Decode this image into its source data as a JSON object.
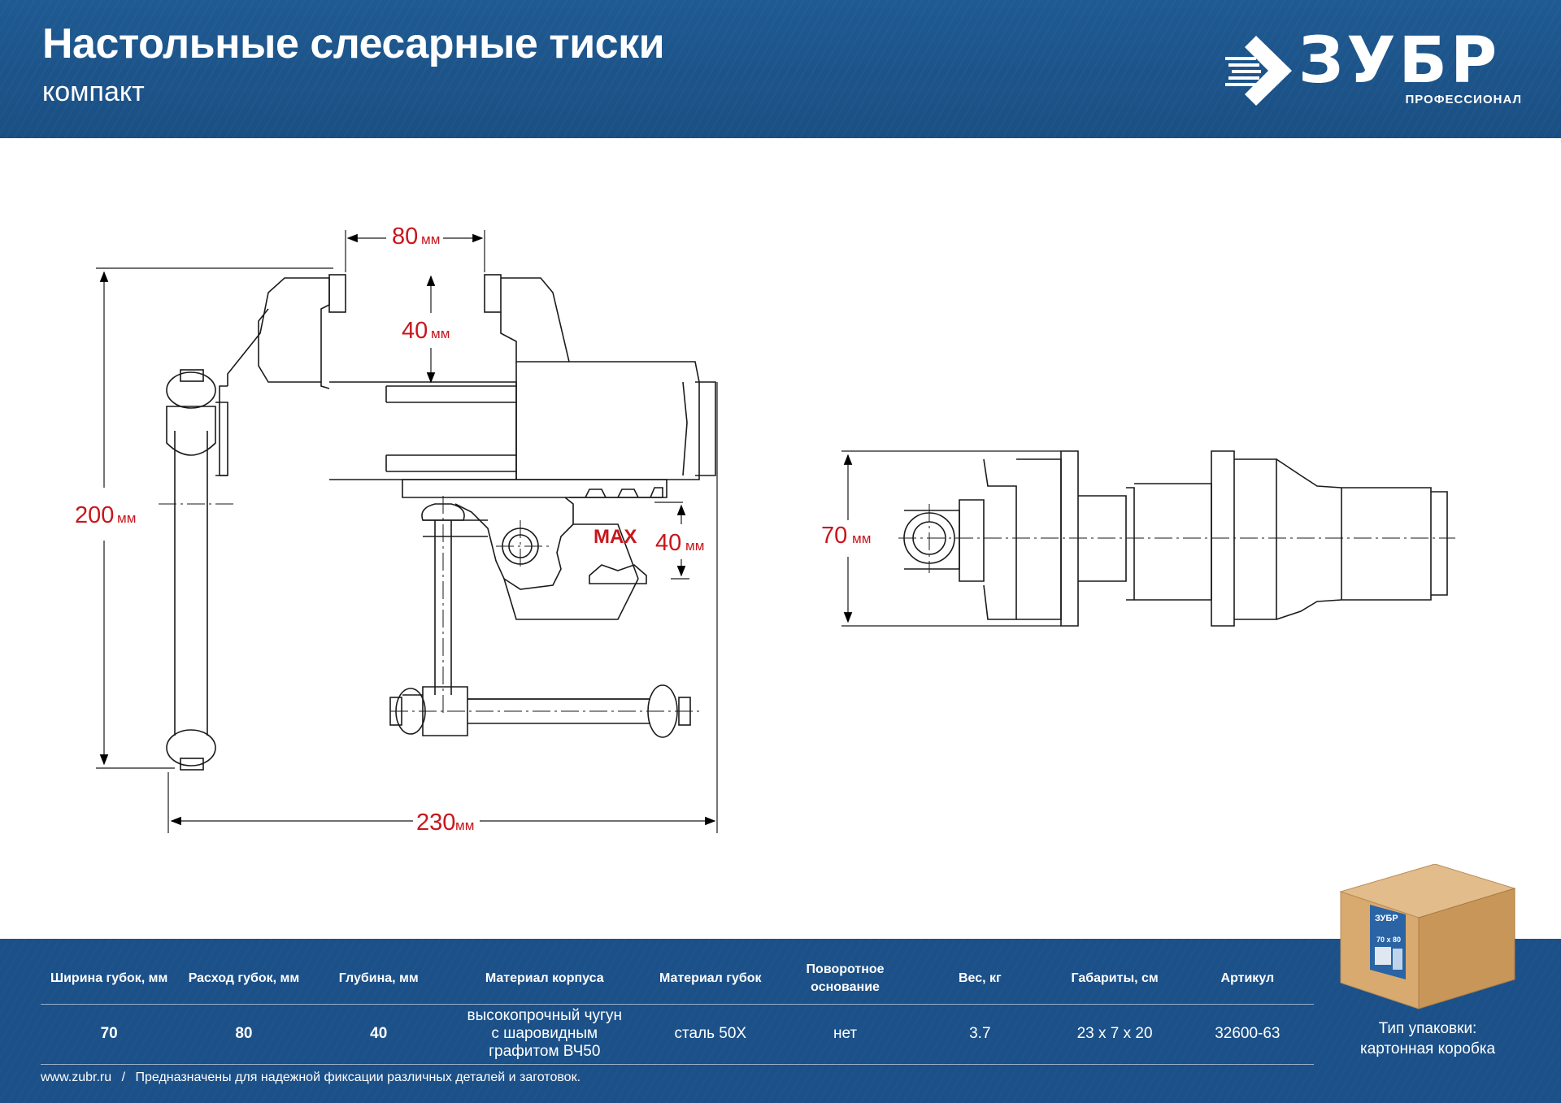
{
  "header": {
    "title": "Настольные слесарные тиски",
    "subtitle": "компакт",
    "brand": "ЗУБР",
    "brand_sub": "ПРОФЕССИОНАЛ",
    "bg_color": "#1c5189"
  },
  "drawing": {
    "dim_jaw_width": "80",
    "dim_jaw_depth": "40",
    "dim_height": "200",
    "dim_length": "230",
    "dim_clamp_max_label": "MAX",
    "dim_clamp": "40",
    "dim_side_width": "70",
    "unit": "мм",
    "dim_color": "#c8161d"
  },
  "spec_table": {
    "headers": [
      "Ширина губок, мм",
      "Расход губок, мм",
      "Глубина, мм",
      "Материал корпуса",
      "Материал губок",
      "Поворотное основание",
      "Вес, кг",
      "Габариты, см",
      "Артикул"
    ],
    "row": [
      "70",
      "80",
      "40",
      "высокопрочный чугун с шаровидным графитом ВЧ50",
      "сталь 50Х",
      "нет",
      "3.7",
      "23 х 7 х 20",
      "32600-63"
    ]
  },
  "footer": {
    "site": "www.zubr.ru",
    "separator": "/",
    "note": "Предназначены для надежной фиксации различных деталей и заготовок.",
    "package_label_line1": "Тип упаковки:",
    "package_label_line2": "картонная коробка",
    "box_brand": "ЗУБР",
    "box_dims": "70 х 80"
  }
}
